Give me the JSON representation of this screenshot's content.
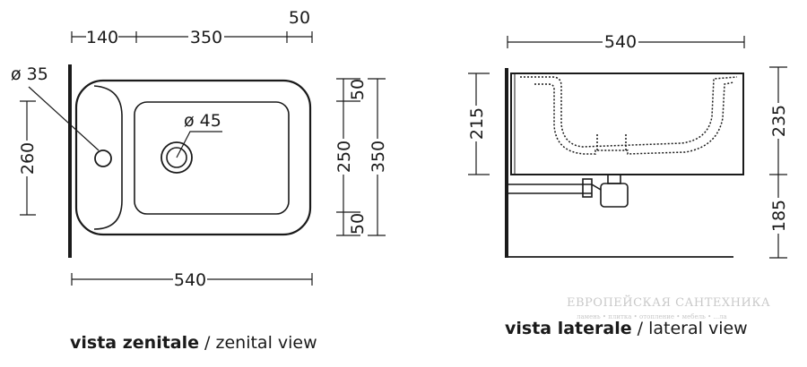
{
  "top_view": {
    "dims": {
      "seg_left": "140",
      "seg_middle": "350",
      "seg_right": "50",
      "total_width": "540",
      "left_height": "260",
      "inner_height": "250",
      "outer_height": "350",
      "top_margin": "50",
      "bottom_margin": "50",
      "tap_hole": "ø 35",
      "drain_hole": "ø 45"
    },
    "caption_bold": "vista zenitale",
    "caption_sep": " / ",
    "caption_regular": "zenital view"
  },
  "side_view": {
    "dims": {
      "width": "540",
      "height_left": "215",
      "height_right": "235",
      "height_below": "185"
    },
    "caption_bold": "vista laterale",
    "caption_sep": " / ",
    "caption_regular": "lateral view"
  },
  "watermark": {
    "line1": "ЕВРОПЕЙСКАЯ САНТЕХНИКА",
    "line2": "ламень • плитка • отопление • мебель • ...ла"
  },
  "colors": {
    "ink": "#1a1a1a",
    "watermark": "#c9c9c9"
  }
}
